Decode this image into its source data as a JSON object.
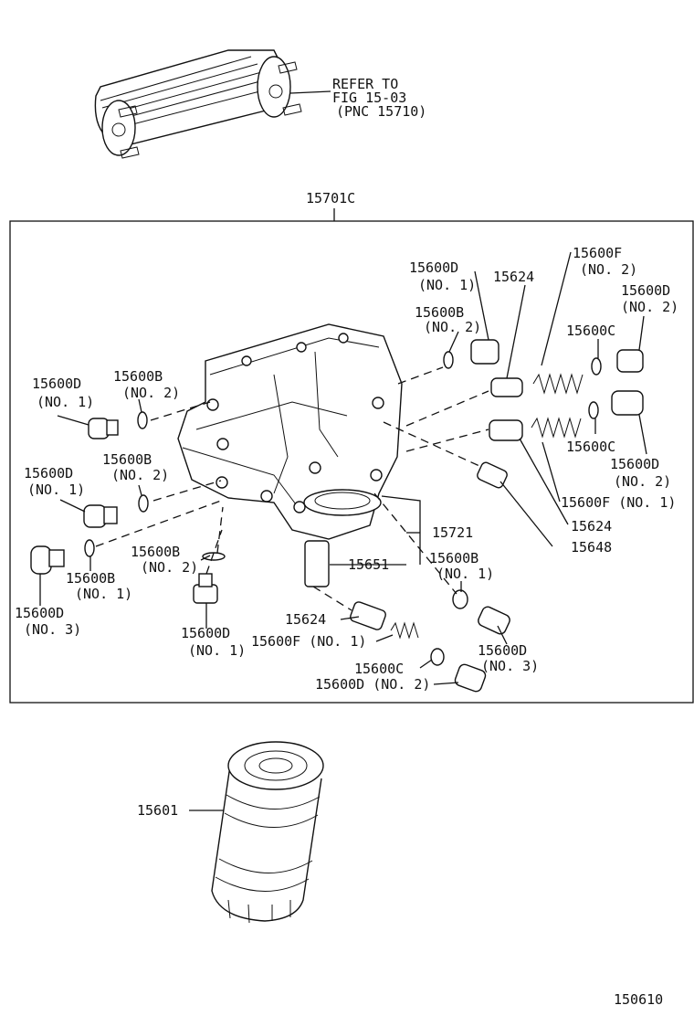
{
  "refer": {
    "line1": "REFER TO",
    "line2": "FIG 15-03",
    "line3": "(PNC 15710)"
  },
  "labels": {
    "housing": "15701C",
    "d1_a_num": "15600D",
    "d1_a_sub": "(NO. 1)",
    "p15624_a": "15624",
    "f2_num": "15600F",
    "f2_sub": "(NO. 2)",
    "d2_a_num": "15600D",
    "d2_a_sub": "(NO. 2)",
    "b2_a_num": "15600B",
    "b2_a_sub": "(NO. 2)",
    "c_a": "15600C",
    "d1_b_num": "15600D",
    "d1_b_sub": "(NO. 1)",
    "b2_b_num": "15600B",
    "b2_b_sub": "(NO. 2)",
    "c_b": "15600C",
    "d2_b_num": "15600D",
    "d2_b_sub": "(NO. 2)",
    "d1_c_num": "15600D",
    "d1_c_sub": "(NO. 1)",
    "b2_c_num": "15600B",
    "b2_c_sub": "(NO. 2)",
    "f1_a": "15600F (NO. 1)",
    "p15624_b": "15624",
    "p15648": "15648",
    "p15721": "15721",
    "b2_d_num": "15600B",
    "b2_d_sub": "(NO. 2)",
    "p15651": "15651",
    "b1_a_num": "15600B",
    "b1_a_sub": "(NO. 1)",
    "b1_b_num": "15600B",
    "b1_b_sub": "(NO. 1)",
    "d3_a_num": "15600D",
    "d3_a_sub": "(NO. 3)",
    "d1_d_num": "15600D",
    "d1_d_sub": "(NO. 1)",
    "p15624_c": "15624",
    "f1_b": "15600F (NO. 1)",
    "d3_b_num": "15600D",
    "d3_b_sub": "(NO. 3)",
    "c_c": "15600C",
    "d2_c": "15600D (NO. 2)",
    "filter": "15601",
    "figure_no": "150610"
  }
}
